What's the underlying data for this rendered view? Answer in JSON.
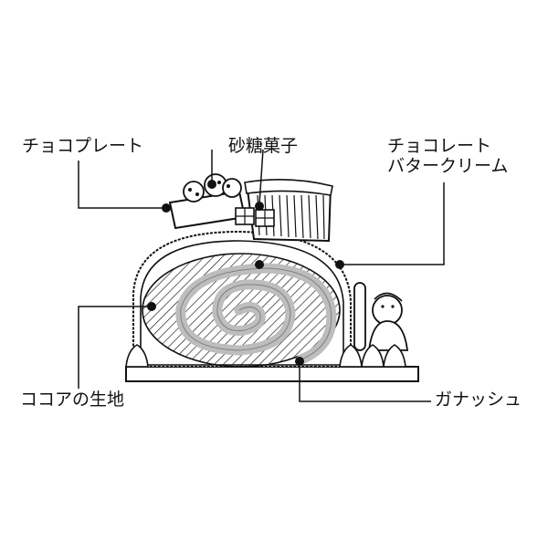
{
  "labels": {
    "choco_plate": "チョコプレート",
    "sugar_decoration": "砂糖菓子",
    "butter_cream_line1": "チョコレート",
    "butter_cream_line2": "バタークリーム",
    "cocoa_sponge": "ココアの生地",
    "ganache": "ガナッシュ"
  },
  "colors": {
    "line": "#111111",
    "swirl_grey": "#bdbdbd",
    "background": "#ffffff"
  }
}
